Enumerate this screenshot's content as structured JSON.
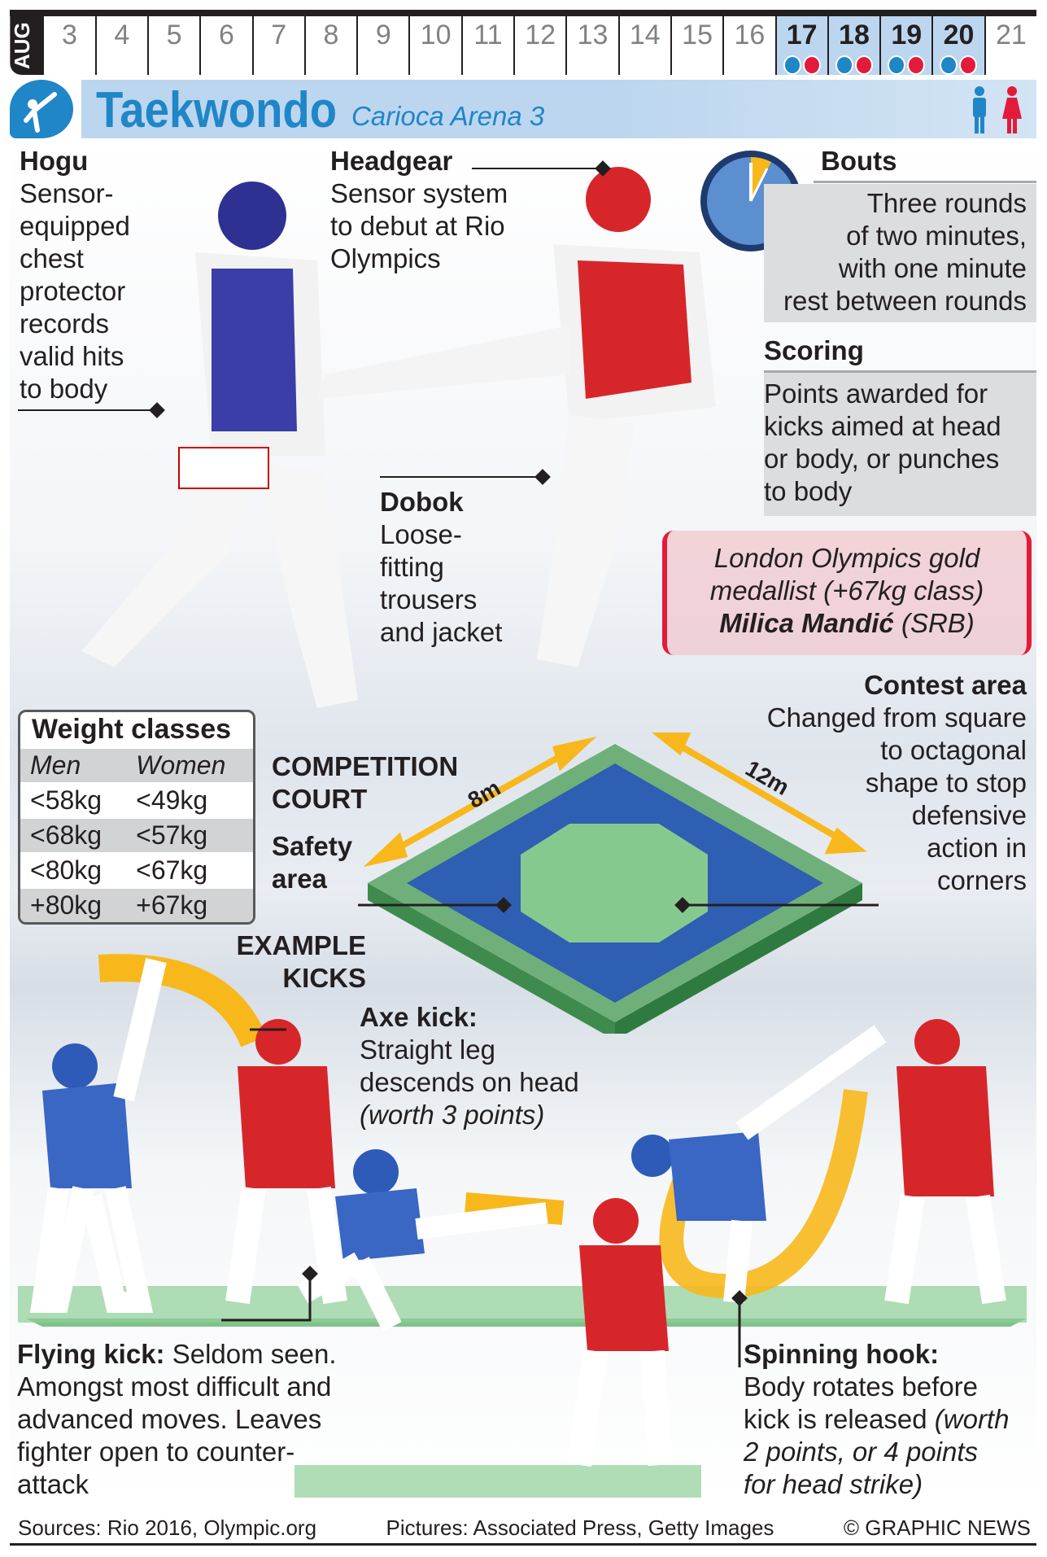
{
  "dates": {
    "month": "AUG",
    "days": [
      "3",
      "4",
      "5",
      "6",
      "7",
      "8",
      "9",
      "10",
      "11",
      "12",
      "13",
      "14",
      "15",
      "16",
      "17",
      "18",
      "19",
      "20",
      "21"
    ],
    "event_days": [
      "17",
      "18",
      "19",
      "20"
    ]
  },
  "header": {
    "sport": "Taekwondo",
    "venue": "Carioca Arena 3",
    "logo_icon": "taekwondo-pictogram",
    "gender_icons": [
      "male-icon",
      "female-icon"
    ]
  },
  "colors": {
    "accent": "#1f86c8",
    "band": "#bcd6ef",
    "red": "#e31b3a",
    "arrow": "#f8b81c"
  },
  "hogu": {
    "title": "Hogu",
    "lines": [
      "Sensor-",
      "equipped",
      "chest",
      "protector",
      "records",
      "valid hits",
      "to body"
    ]
  },
  "headgear": {
    "title": "Headgear",
    "lines": [
      "Sensor system",
      "to debut at Rio",
      "Olympics"
    ]
  },
  "bouts": {
    "title": "Bouts",
    "lines": [
      "Three rounds",
      "of two minutes,",
      "with one minute",
      "rest between rounds"
    ]
  },
  "scoring": {
    "title": "Scoring",
    "lines": [
      "Points awarded for",
      "kicks aimed at head",
      "or body, or punches",
      "to body"
    ]
  },
  "athlete": {
    "line1": "London Olympics gold",
    "line2": "medallist (+67kg class)",
    "name": "Milica Mandić",
    "country": " (SRB)"
  },
  "dobok": {
    "title": "Dobok",
    "lines": [
      "Loose-",
      "fitting",
      "trousers",
      "and jacket"
    ]
  },
  "contest": {
    "title": "Contest area",
    "lines": [
      "Changed from square",
      "to octagonal",
      "shape to stop",
      "defensive",
      "action in",
      "corners"
    ]
  },
  "weights": {
    "title": "Weight classes",
    "headers": [
      "Men",
      "Women"
    ],
    "rows": [
      [
        "<58kg",
        "<49kg"
      ],
      [
        "<68kg",
        "<57kg"
      ],
      [
        "<80kg",
        "<67kg"
      ],
      [
        "+80kg",
        "+67kg"
      ]
    ]
  },
  "court": {
    "title1": "COMPETITION",
    "title2": "COURT",
    "safety1": "Safety",
    "safety2": "area",
    "dim1": "8m",
    "dim2": "12m"
  },
  "kicks": {
    "title1": "EXAMPLE",
    "title2": "KICKS",
    "axe": {
      "title": "Axe kick:",
      "lines": [
        "Straight leg",
        "descends on head"
      ],
      "note": "(worth 3 points)"
    },
    "flying": {
      "title": "Flying kick:",
      "first": " Seldom seen.",
      "lines": [
        "Amongst most difficult and",
        "advanced moves. Leaves",
        "fighter open to counter-",
        "attack"
      ]
    },
    "spinning": {
      "title": "Spinning hook:",
      "line1": "Body rotates before",
      "line2a": "kick is released ",
      "line2b": "(worth",
      "line3": "2 points, or 4 points",
      "line4": "for head strike)"
    }
  },
  "footer": {
    "sources": "Sources: Rio 2016, Olympic.org",
    "pictures": "Pictures: Associated Press, Getty Images",
    "credit": "© GRAPHIC NEWS"
  }
}
